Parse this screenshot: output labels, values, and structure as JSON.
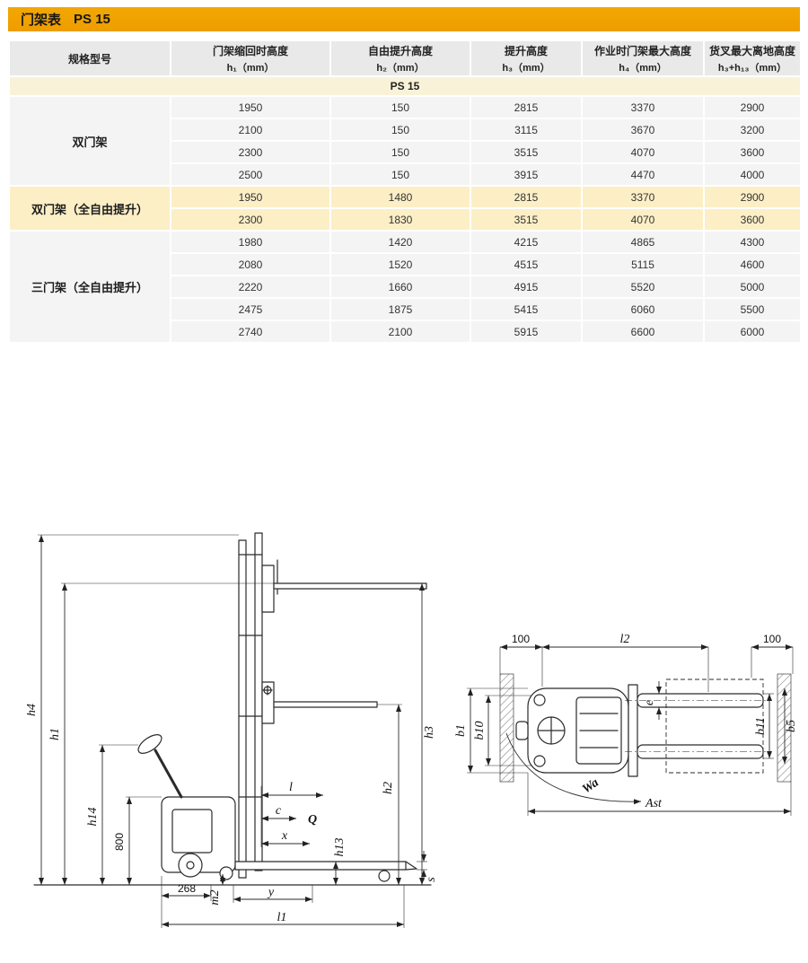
{
  "title_bar": {
    "title": "门架表",
    "model": "PS 15"
  },
  "table": {
    "columns": [
      {
        "line1": "规格型号",
        "line2": ""
      },
      {
        "line1": "门架缩回时高度",
        "line2": "h₁（mm）"
      },
      {
        "line1": "自由提升高度",
        "line2": "h₂（mm）"
      },
      {
        "line1": "提升高度",
        "line2": "h₃（mm）"
      },
      {
        "line1": "作业时门架最大高度",
        "line2": "h₄（mm）"
      },
      {
        "line1": "货叉最大离地高度",
        "line2": "h₃+h₁₃（mm）"
      }
    ],
    "subheader": "PS 15",
    "groups": [
      {
        "label": "双门架",
        "highlight": false,
        "rows": [
          [
            "1950",
            "150",
            "2815",
            "3370",
            "2900"
          ],
          [
            "2100",
            "150",
            "3115",
            "3670",
            "3200"
          ],
          [
            "2300",
            "150",
            "3515",
            "4070",
            "3600"
          ],
          [
            "2500",
            "150",
            "3915",
            "4470",
            "4000"
          ]
        ]
      },
      {
        "label": "双门架（全自由提升）",
        "highlight": true,
        "rows": [
          [
            "1950",
            "1480",
            "2815",
            "3370",
            "2900"
          ],
          [
            "2300",
            "1830",
            "3515",
            "4070",
            "3600"
          ]
        ]
      },
      {
        "label": "三门架（全自由提升）",
        "highlight": false,
        "rows": [
          [
            "1980",
            "1420",
            "4215",
            "4865",
            "4300"
          ],
          [
            "2080",
            "1520",
            "4515",
            "5115",
            "4600"
          ],
          [
            "2220",
            "1660",
            "4915",
            "5520",
            "5000"
          ],
          [
            "2475",
            "1875",
            "5415",
            "6060",
            "5500"
          ],
          [
            "2740",
            "2100",
            "5915",
            "6600",
            "6000"
          ]
        ]
      }
    ]
  },
  "drawings": {
    "side": {
      "labels": {
        "h4": "h4",
        "h1": "h1",
        "h14": "h14",
        "n800": "800",
        "n268": "268",
        "m2": "m2",
        "y": "y",
        "l1": "l1",
        "l": "l",
        "c": "c",
        "q": "Q",
        "x": "x",
        "h13": "h13",
        "s": "s",
        "h2": "h2",
        "h3": "h3"
      }
    },
    "top": {
      "labels": {
        "n100_left": "100",
        "l2": "l2",
        "n100_right": "100",
        "b1": "b1",
        "b10": "b10",
        "e": "e",
        "b11": "b11",
        "b5": "b5",
        "wa": "Wa",
        "ast": "Ast"
      }
    }
  },
  "colors": {
    "accent": "#f2a702",
    "head_bg": "#e9e9e9",
    "subhead_bg": "#faf2d8",
    "row_bg": "#f4f4f4",
    "hl_bg": "#fcefc6"
  }
}
